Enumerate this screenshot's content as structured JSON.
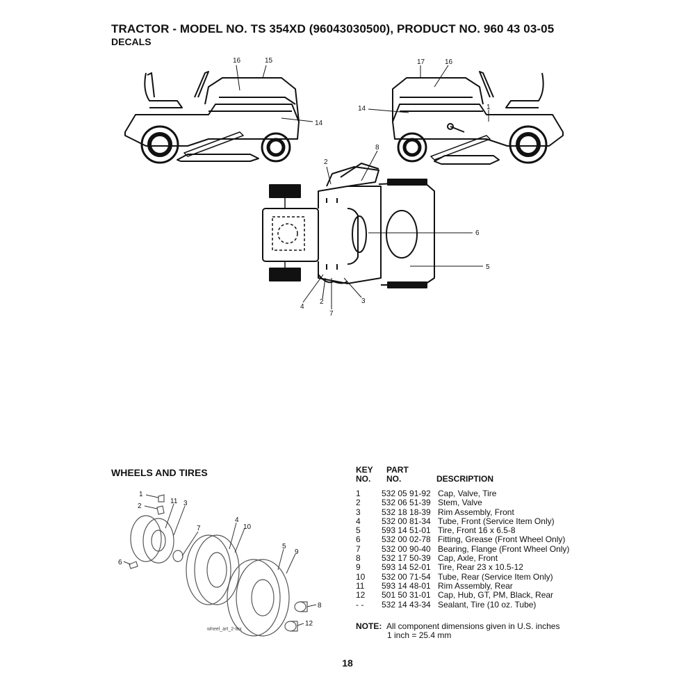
{
  "header": {
    "title": "TRACTOR - MODEL NO. TS 354XD (96043030500), PRODUCT NO. 960 43 03-05",
    "subtitle": "DECALS"
  },
  "decal_callouts": {
    "side_left": [
      "16",
      "15",
      "14"
    ],
    "side_right": [
      "17",
      "16",
      "14",
      "1"
    ],
    "top_view": [
      "8",
      "2",
      "6",
      "5",
      "4",
      "2",
      "7",
      "3"
    ]
  },
  "wheels_section": {
    "heading": "WHEELS AND TIRES",
    "callouts": [
      "1",
      "2",
      "11",
      "3",
      "7",
      "4",
      "10",
      "6",
      "5",
      "9",
      "8",
      "12"
    ],
    "art_label": "wheel_art_2-tex"
  },
  "parts_list": {
    "headers": {
      "key_line1": "KEY",
      "key_line2": "NO.",
      "part_line1": "PART",
      "part_line2": "NO.",
      "desc": "DESCRIPTION"
    },
    "rows": [
      {
        "key": "1",
        "part": "532 05 91-92",
        "desc": "Cap, Valve, Tire"
      },
      {
        "key": "2",
        "part": "532 06 51-39",
        "desc": "Stem, Valve"
      },
      {
        "key": "3",
        "part": "532 18 18-39",
        "desc": "Rim Assembly, Front"
      },
      {
        "key": "4",
        "part": "532 00 81-34",
        "desc": "Tube, Front (Service Item Only)"
      },
      {
        "key": "5",
        "part": "593 14 51-01",
        "desc": "Tire, Front 16 x 6.5-8"
      },
      {
        "key": "6",
        "part": "532 00 02-78",
        "desc": "Fitting, Grease (Front Wheel Only)"
      },
      {
        "key": "7",
        "part": "532 00 90-40",
        "desc": "Bearing, Flange (Front Wheel Only)"
      },
      {
        "key": "8",
        "part": "532 17 50-39",
        "desc": "Cap, Axle, Front"
      },
      {
        "key": "9",
        "part": "593 14 52-01",
        "desc": "Tire, Rear 23 x 10.5-12"
      },
      {
        "key": "10",
        "part": "532 00 71-54",
        "desc": "Tube, Rear (Service Item Only)"
      },
      {
        "key": "11",
        "part": "593 14 48-01",
        "desc": "Rim Assembly, Rear"
      },
      {
        "key": "12",
        "part": "501 50 31-01",
        "desc": "Cap, Hub, GT, PM, Black, Rear"
      },
      {
        "key": "- -",
        "part": "532 14 43-34",
        "desc": "Sealant, Tire (10 oz. Tube)"
      }
    ]
  },
  "note": {
    "label": "NOTE:",
    "line1": "All component dimensions given in U.S. inches",
    "line2": "1 inch = 25.4 mm"
  },
  "footer": {
    "page_number": "18"
  }
}
